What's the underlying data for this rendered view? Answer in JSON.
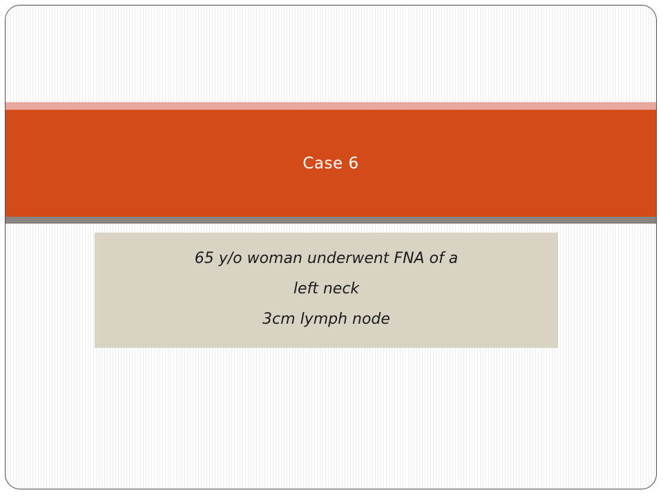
{
  "slide": {
    "title": "Case 6",
    "subtitle_lines": [
      "65 y/o woman underwent FNA of a",
      "left neck",
      "3cm lymph node"
    ]
  },
  "colors": {
    "band_main": "#d24b18",
    "band_top": "#e8a89e",
    "band_bottom": "#8a8481",
    "subtitle_box": "#d9d3c4",
    "title_text": "#ffffff"
  }
}
